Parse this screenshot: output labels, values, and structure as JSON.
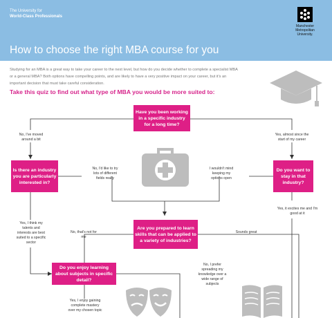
{
  "header": {
    "tagline_line1": "The University for",
    "tagline_line2": "World-Class Professionals",
    "logo_line1": "Manchester",
    "logo_line2": "Metropolitan",
    "logo_line3": "University.",
    "title": "How to choose the right MBA course for you"
  },
  "intro": "Studying for an MBA is a great way to take your career to the next level, but how do you decide whether to complete a specialist MBA or a general MBA? Both options have compelling points, and are likely to have a very positive impact on your career, but it's an important decision that must take careful consideration.",
  "quiz_heading": "Take this quiz to find out what type of MBA you would be more suited to:",
  "questions": {
    "q1": "Have you been working in a specific industry for a long time?",
    "q2": "Is there an industry you are particularly interested in?",
    "q3": "Do you want to stay in that industry?",
    "q4": "Are you prepared to learn skills that can be applied to a variety of industries?",
    "q5": "Do you enjoy learning about subjects in specific detail?"
  },
  "answers": {
    "a1": "No, I've moved around a bit",
    "a2": "Yes, almost since the start of my career",
    "a3": "No, I'd like to try lots of different fields really",
    "a4": "I wouldn't mind keeping my options open",
    "a5": "Yes, it excites me and I'm good at it",
    "a6": "Yes, I think my talents and interests are best suited to a specific sector",
    "a7": "No, that's not for me",
    "a8": "Sounds great",
    "a9": "No, I prefer spreading my knowledge over a wide range of subjects",
    "a10": "Yes, I enjoy gaining complete mastery over my chosen topic"
  },
  "icons": [
    "graduation-cap-icon",
    "first-aid-kit-icon",
    "theatre-masks-icon",
    "open-book-icon"
  ],
  "colors": {
    "header": "#8bbde3",
    "accent": "#de1f86",
    "icon": "#bdbdbd",
    "line": "#333333"
  }
}
